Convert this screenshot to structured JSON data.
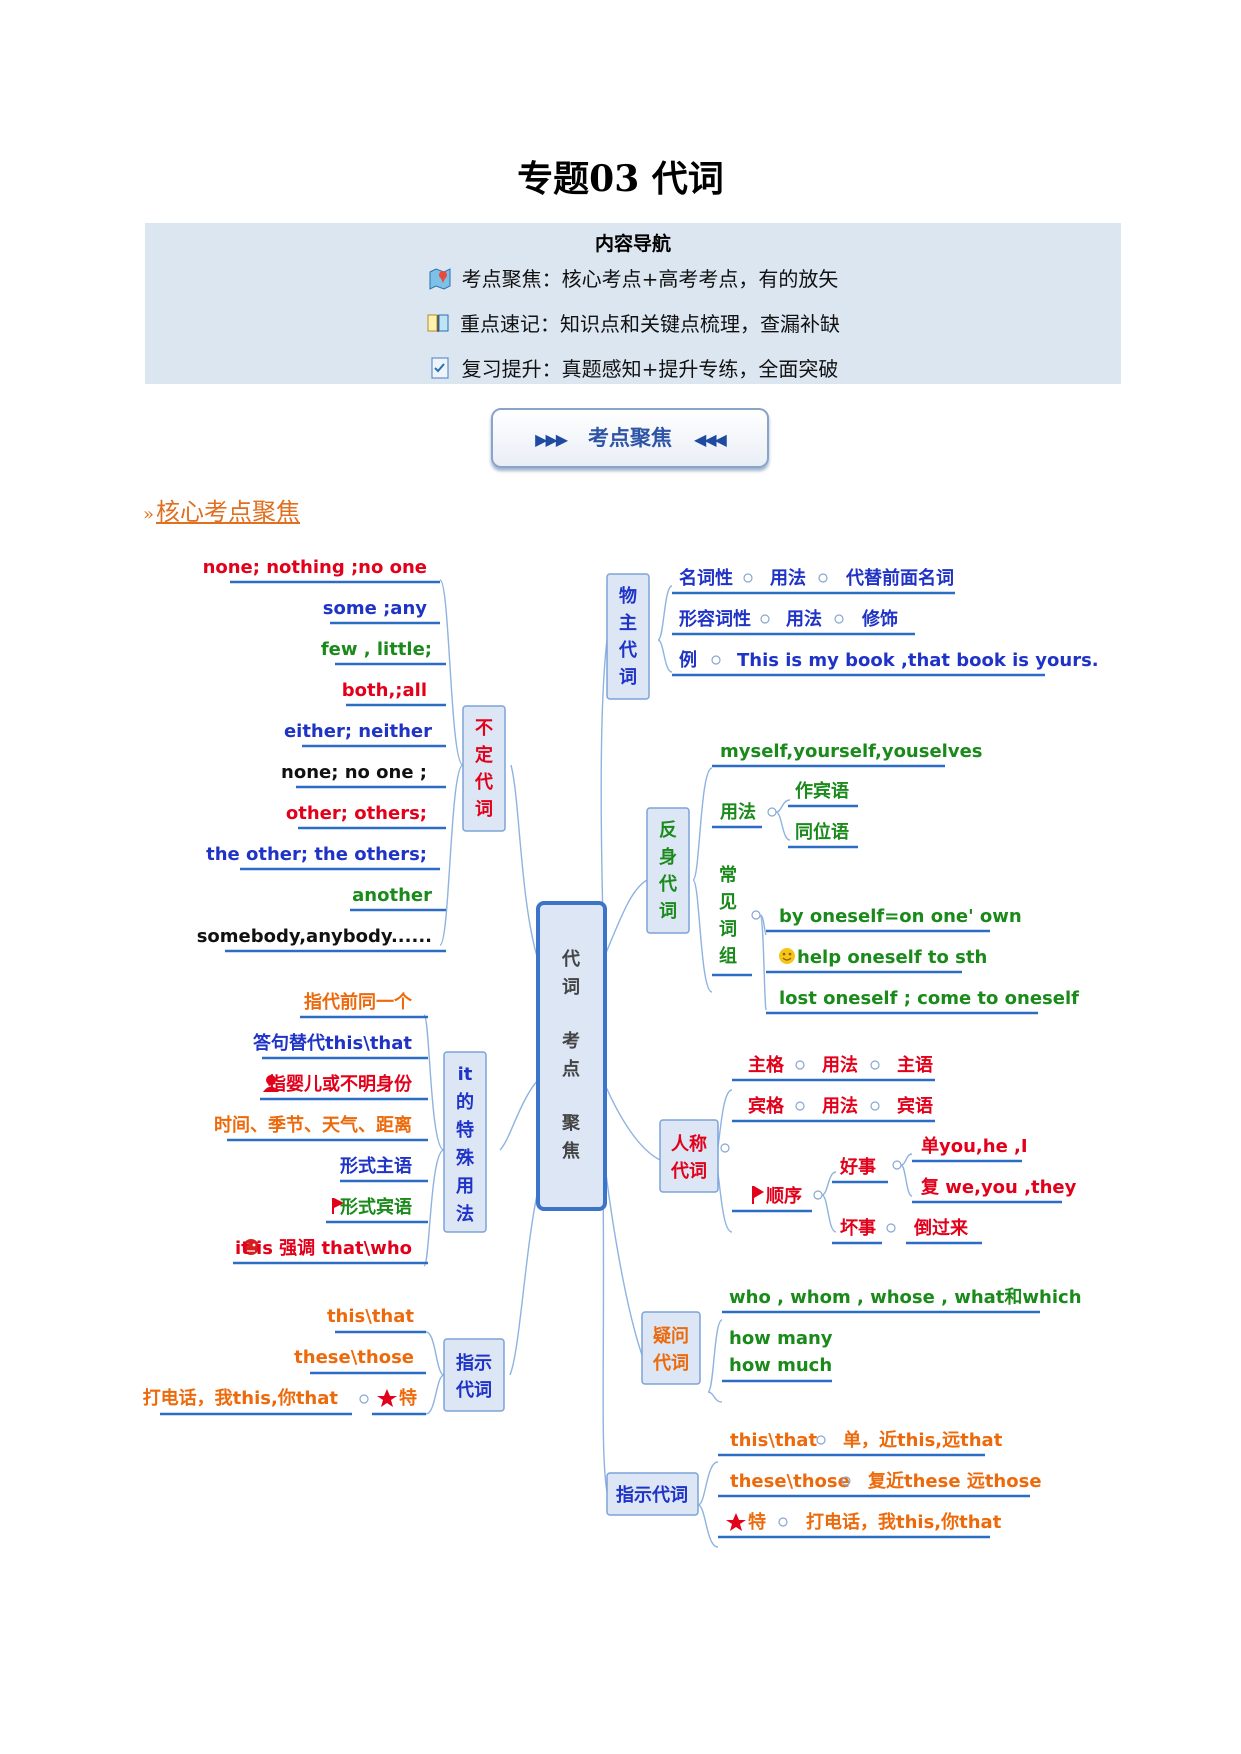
{
  "title": "专题03 代词",
  "nav": {
    "heading": "内容导航",
    "items": [
      {
        "label": "考点聚焦：核心考点+高考考点，有的放矢",
        "icon": "map-pin-icon"
      },
      {
        "label": "重点速记：知识点和关键点梳理，查漏补缺",
        "icon": "book-icon"
      },
      {
        "label": "复习提升：真题感知+提升专练，全面突破",
        "icon": "checklist-icon"
      }
    ]
  },
  "banner": {
    "label": "考点聚焦",
    "left_arrows": "▶▶▶",
    "right_arrows": "◀◀◀"
  },
  "section_title": "核心考点聚焦",
  "mindmap": {
    "center": [
      "代",
      "词",
      "考",
      "点",
      "聚",
      "焦"
    ],
    "indef": {
      "label": [
        "不",
        "定",
        "代",
        "词"
      ],
      "items": [
        "none; nothing ;no one",
        "some ;any",
        "few , little;",
        "both,;all",
        "either; neither",
        "none; no one ;",
        "other; others;",
        "the other; the others;",
        "another",
        "somebody,anybody......"
      ]
    },
    "it_usage": {
      "label": [
        "it",
        "的",
        "特",
        "殊",
        "用",
        "法"
      ],
      "items": [
        "指代前同一个",
        "答句替代this\\that",
        "指婴儿或不明身份",
        "时间、季节、天气、距离",
        "形式主语",
        "形式宾语",
        "it is 强调 that\\who"
      ]
    },
    "demo_left": {
      "label": [
        "指示",
        "代词"
      ],
      "items": [
        "this\\that",
        "these\\those",
        "打电话，我this,你that"
      ],
      "special": "特"
    },
    "possessive": {
      "label": [
        "物",
        "主",
        "代",
        "词"
      ],
      "rows": [
        [
          "名词性",
          "用法",
          "代替前面名词"
        ],
        [
          "形容词性",
          "用法",
          "修饰"
        ],
        [
          "例",
          "This is my book ,that book is yours."
        ]
      ]
    },
    "reflexive": {
      "label": [
        "反",
        "身",
        "代",
        "词"
      ],
      "top": "myself,yourself,youselves",
      "usage": "用法",
      "usage_items": [
        "作宾语",
        "同位语"
      ],
      "phrases_label": [
        "常",
        "见",
        "词",
        "组"
      ],
      "phrases": [
        "by oneself=on one' own",
        "help oneself to sth",
        "lost oneself ; come to oneself"
      ]
    },
    "personal": {
      "label": [
        "人称",
        "代词"
      ],
      "rows": [
        [
          "主格",
          "用法",
          "主语"
        ],
        [
          "宾格",
          "用法",
          "宾语"
        ]
      ],
      "order": "顺序",
      "good": "好事",
      "good_items": [
        "单you,he ,I",
        "复 we,you ,they"
      ],
      "bad": "坏事",
      "bad_item": "倒过来"
    },
    "interrogative": {
      "label": [
        "疑问",
        "代词"
      ],
      "items": [
        "who , whom , whose , what和which",
        "how many",
        "how much"
      ]
    },
    "demo_right": {
      "label": "指示代词",
      "rows": [
        [
          "this\\that",
          "单，近this,远that"
        ],
        [
          "these\\those",
          "复近these  远those"
        ],
        [
          "特",
          "打电话，我this,你that"
        ]
      ]
    }
  }
}
